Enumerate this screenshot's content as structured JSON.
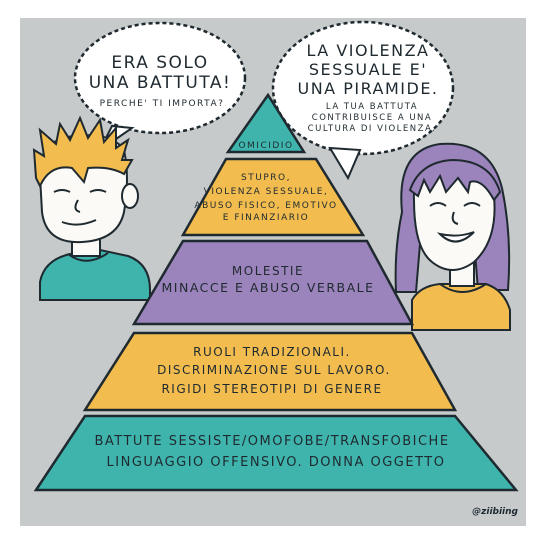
{
  "left_bubble": {
    "line1": "ERA SOLO",
    "line2": "UNA BATTUTA!",
    "line3": "PERCHE' TI IMPORTA?"
  },
  "right_bubble": {
    "line1": "LA VIOLENZA",
    "line2": "SESSUALE E'",
    "line3": "UNA PIRAMIDE.",
    "line4": "LA TUA BATTUTA",
    "line5": "CONTRIBUISCE A UNA",
    "line6": "CULTURA DI VIOLENZA."
  },
  "pyramid": {
    "level1": {
      "line1": "OMICIDIO"
    },
    "level2": {
      "line1": "STUPRO,",
      "line2": "VIOLENZA SESSUALE,",
      "line3": "ABUSO FISICO, EMOTIVO",
      "line4": "E FINANZIARIO"
    },
    "level3": {
      "line1": "MOLESTIE",
      "line2": "MINACCE E ABUSO VERBALE"
    },
    "level4": {
      "line1": "RUOLI TRADIZIONALI.",
      "line2": "DISCRIMINAZIONE SUL LAVORO.",
      "line3": "RIGIDI STEREOTIPI DI GENERE"
    },
    "level5": {
      "line1": "BATTUTE SESSISTE/OMOFOBE/TRANSFOBICHE",
      "line2": "LINGUAGGIO OFFENSIVO. DONNA OGGETTO"
    }
  },
  "signature": "@ziibiing",
  "colors": {
    "background": "#c7cacb",
    "teal": "#3fb4ad",
    "yellow": "#f2bc4f",
    "purple": "#9b83bb",
    "ink": "#1f2a30",
    "skin": "#fbfaf6"
  }
}
